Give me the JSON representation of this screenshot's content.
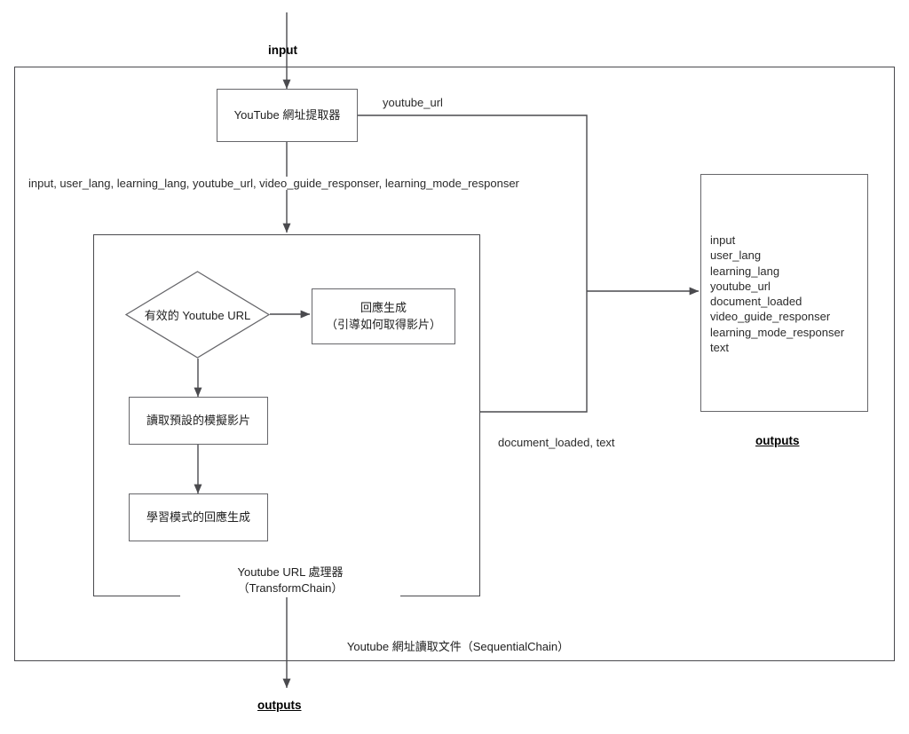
{
  "diagram": {
    "title_top_label": "input",
    "title_bottom_label": "outputs",
    "nodes": {
      "url_extractor": "YouTube 網址提取器",
      "decision_valid_url": "有效的 Youtube URL",
      "response_generation": "回應生成\n（引導如何取得影片）",
      "load_mock_video": "讀取預設的模擬影片",
      "learning_mode_response": "學習模式的回應生成"
    },
    "edge_labels": {
      "youtube_url": "youtube_url",
      "chain_variables": "input, user_lang, learning_lang, youtube_url, video_guide_responser, learning_mode_responser",
      "document_loaded_text": "document_loaded, text"
    },
    "containers": {
      "inner_caption": "Youtube URL 處理器\n（TransformChain）",
      "outer_caption": "Youtube 網址讀取文件（SequentialChain）"
    },
    "outputs_panel": {
      "heading": "outputs",
      "items": [
        "input",
        "user_lang",
        "learning_lang",
        "youtube_url",
        "document_loaded",
        "video_guide_responser",
        "learning_mode_responser",
        "text"
      ]
    },
    "colors": {
      "stroke": "#66666a",
      "container_stroke": "#4a4a4e",
      "text": "#1e1e1e",
      "background": "#ffffff"
    }
  }
}
